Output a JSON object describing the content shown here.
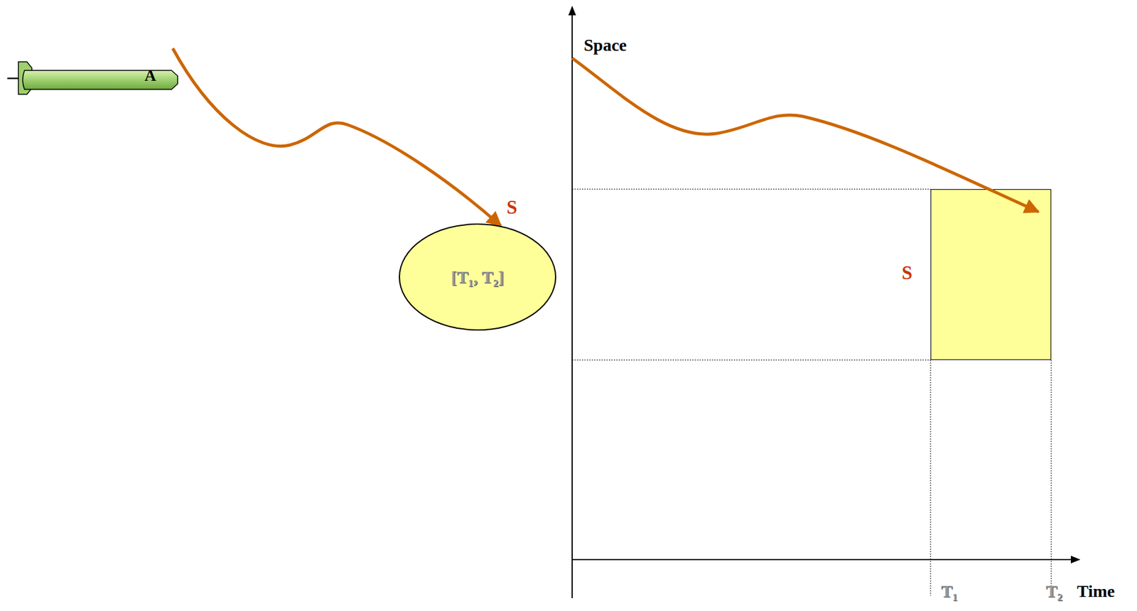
{
  "diagram": {
    "nodes": [
      {
        "text": [
          "A"
        ]
      },
      {
        "text": [
          "S",
          "[T₁, T₂]"
        ]
      },
      {
        "text": [
          "S"
        ]
      }
    ],
    "edges": [
      {
        "from": 0,
        "to": 1,
        "arrow": "to"
      }
    ],
    "labels": [
      "Space",
      "T₁",
      "T₂",
      "Time"
    ]
  }
}
